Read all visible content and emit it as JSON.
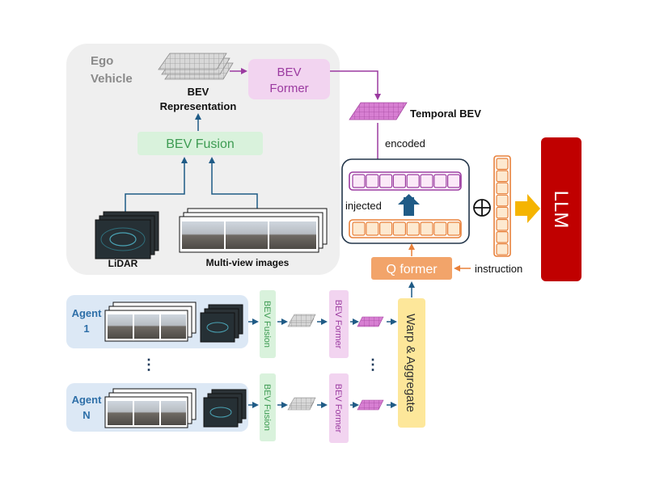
{
  "ego": {
    "title_line1": "Ego",
    "title_line2": "Vehicle",
    "bev_rep_line1": "BEV",
    "bev_rep_line2": "Representation",
    "bev_former_line1": "BEV",
    "bev_former_line2": "Former",
    "bev_fusion": "BEV Fusion",
    "lidar": "LiDAR",
    "multiview": "Multi-view images"
  },
  "temporal_bev": "Temporal BEV",
  "encoded": "encoded",
  "injected": "injected",
  "q_former": "Q former",
  "instruction": "instruction",
  "llm": "LLM",
  "plus_symbol": "⊕",
  "agents": [
    {
      "label_line1": "Agent",
      "label_line2": "1",
      "bev_fusion": "BEV Fusion",
      "bev_former": "BEV Former"
    },
    {
      "label_line1": "Agent",
      "label_line2": "N",
      "bev_fusion": "BEV Fusion",
      "bev_former": "BEV Former"
    }
  ],
  "warp_aggregate": "Warp & Aggregate",
  "ellipsis": "⋮",
  "colors": {
    "ego_panel": "#efefef",
    "agent_panel": "#dce8f5",
    "green_box": "#d9f2dc",
    "purple_box": "#f2d4f0",
    "purple_text": "#9b3aa0",
    "orange_box": "#f2a46a",
    "orange_cell": "#fde9d0",
    "yellow_box": "#fde79a",
    "llm_red": "#c00000",
    "arrow_blue": "#1f5b86",
    "arrow_purple": "#9b3aa0",
    "arrow_orange": "#e8803a",
    "big_arrow_yellow": "#f5b400"
  }
}
